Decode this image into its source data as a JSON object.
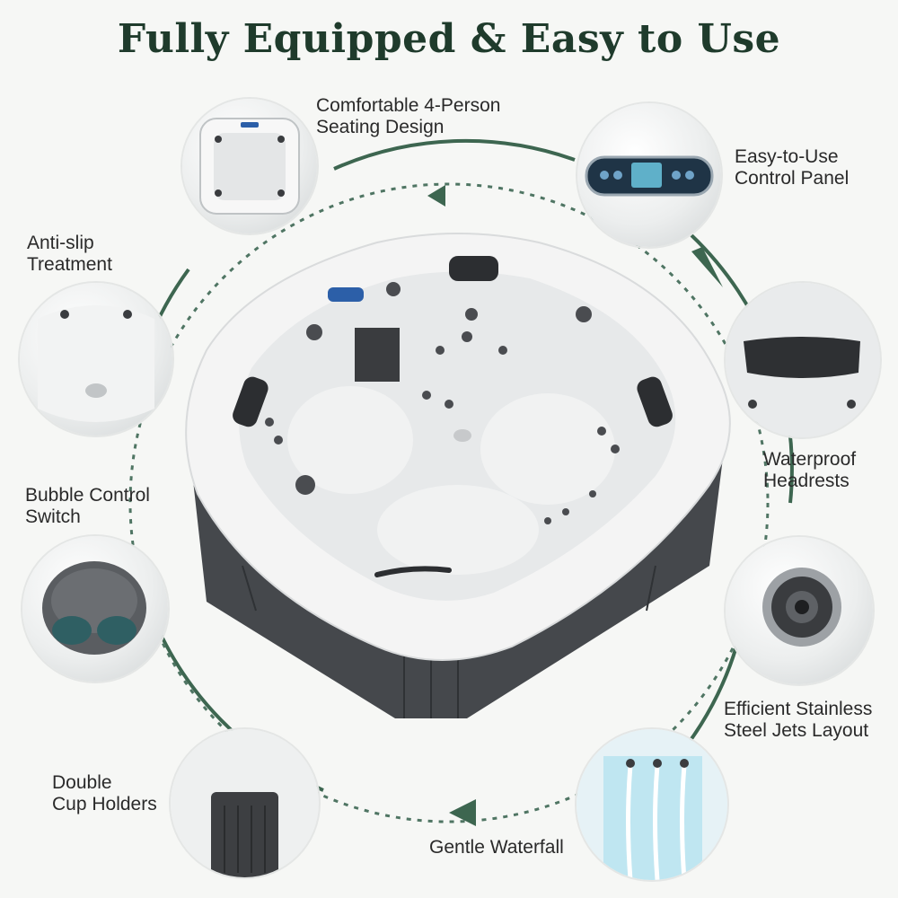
{
  "title": "Fully Equipped & Easy to Use",
  "features": {
    "seating": [
      "Comfortable 4-Person",
      "Seating Design"
    ],
    "control": [
      "Easy-to-Use",
      "Control Panel"
    ],
    "antislip": [
      "Anti-slip",
      "Treatment"
    ],
    "headrests": [
      "Waterproof",
      "Headrests"
    ],
    "bubble": [
      "Bubble Control",
      "Switch"
    ],
    "jets": [
      "Efficient Stainless",
      "Steel Jets Layout"
    ],
    "cups": [
      "Double",
      "Cup Holders"
    ],
    "waterfall": [
      "Gentle Waterfall"
    ]
  },
  "colors": {
    "accent": "#3d6650",
    "title": "#1f3b2c",
    "tub_shell": "#f4f4f4",
    "tub_panel": "#45484c"
  },
  "icons": [
    "arrow-left-icon",
    "arrow-right-down-icon"
  ]
}
